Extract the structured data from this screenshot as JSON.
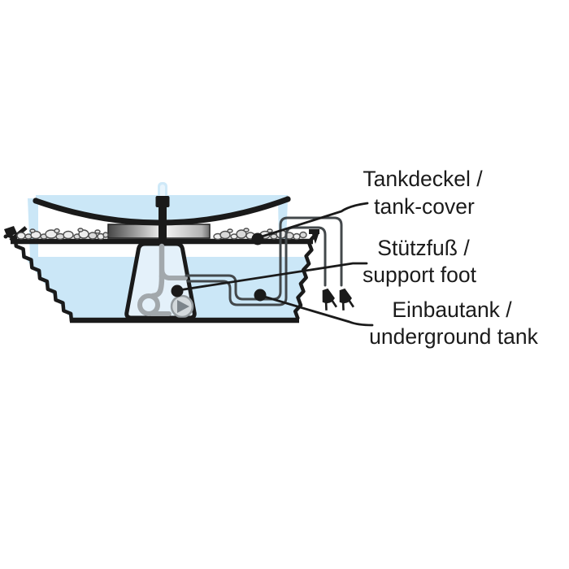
{
  "diagram": {
    "callouts": [
      {
        "id": "tank-cover",
        "label_de": "Tankdeckel /",
        "label_en": "tank-cover"
      },
      {
        "id": "support-foot",
        "label_de": "Stützfuß /",
        "label_en": "support foot"
      },
      {
        "id": "underground-tank",
        "label_de": "Einbautank /",
        "label_en": "underground tank"
      }
    ]
  },
  "colors": {
    "line": "#1a1a1a",
    "water": "#cbe7f7",
    "waterlight": "#e4f1fa",
    "jet": "#cfe9f8",
    "jetcore": "#e9f5fd",
    "pipegray": "#a2a8ac",
    "duct": "#43484b",
    "text": "#1b1b1b"
  }
}
